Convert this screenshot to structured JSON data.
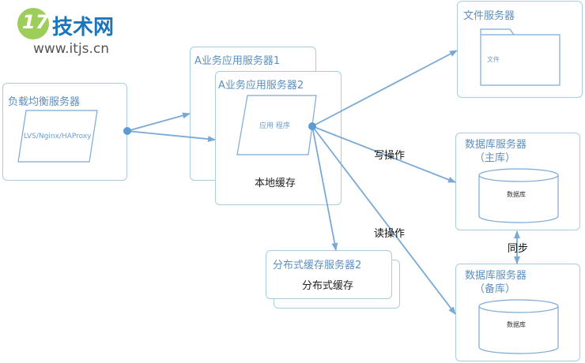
{
  "watermark": {
    "brand_mark": "17",
    "brand_name": "技术网",
    "url": "www.itjs.cn"
  },
  "nodes": {
    "load_balancer": {
      "title": "负载均衡服务器",
      "inner": "LVS/Nginx/HAProxy"
    },
    "app_server_1": {
      "title": "A业务应用服务器1"
    },
    "app_server_2": {
      "title": "A业务应用服务器2",
      "inner": "应用 程序",
      "cache": "本地缓存"
    },
    "file_server": {
      "title": "文件服务器",
      "inner": "文件"
    },
    "db_master": {
      "title_line1": "数据库服务器",
      "title_line2": "（主库）",
      "inner": "数据库"
    },
    "db_slave": {
      "title_line1": "数据库服务器",
      "title_line2": "（备库）",
      "inner": "数据库"
    },
    "dist_cache": {
      "title": "分布式缓存服务器2",
      "inner": "分布式缓存"
    }
  },
  "edges": {
    "write_label": "写操作",
    "read_label": "读操作",
    "sync_label": "同步"
  },
  "colors": {
    "border": "#a9cce3",
    "title": "#5b8fc0",
    "arrow": "#7aa9d6",
    "dot": "#5b9bd5",
    "logo_green": "#8cc63f",
    "logo_blue": "#1b75bb"
  }
}
